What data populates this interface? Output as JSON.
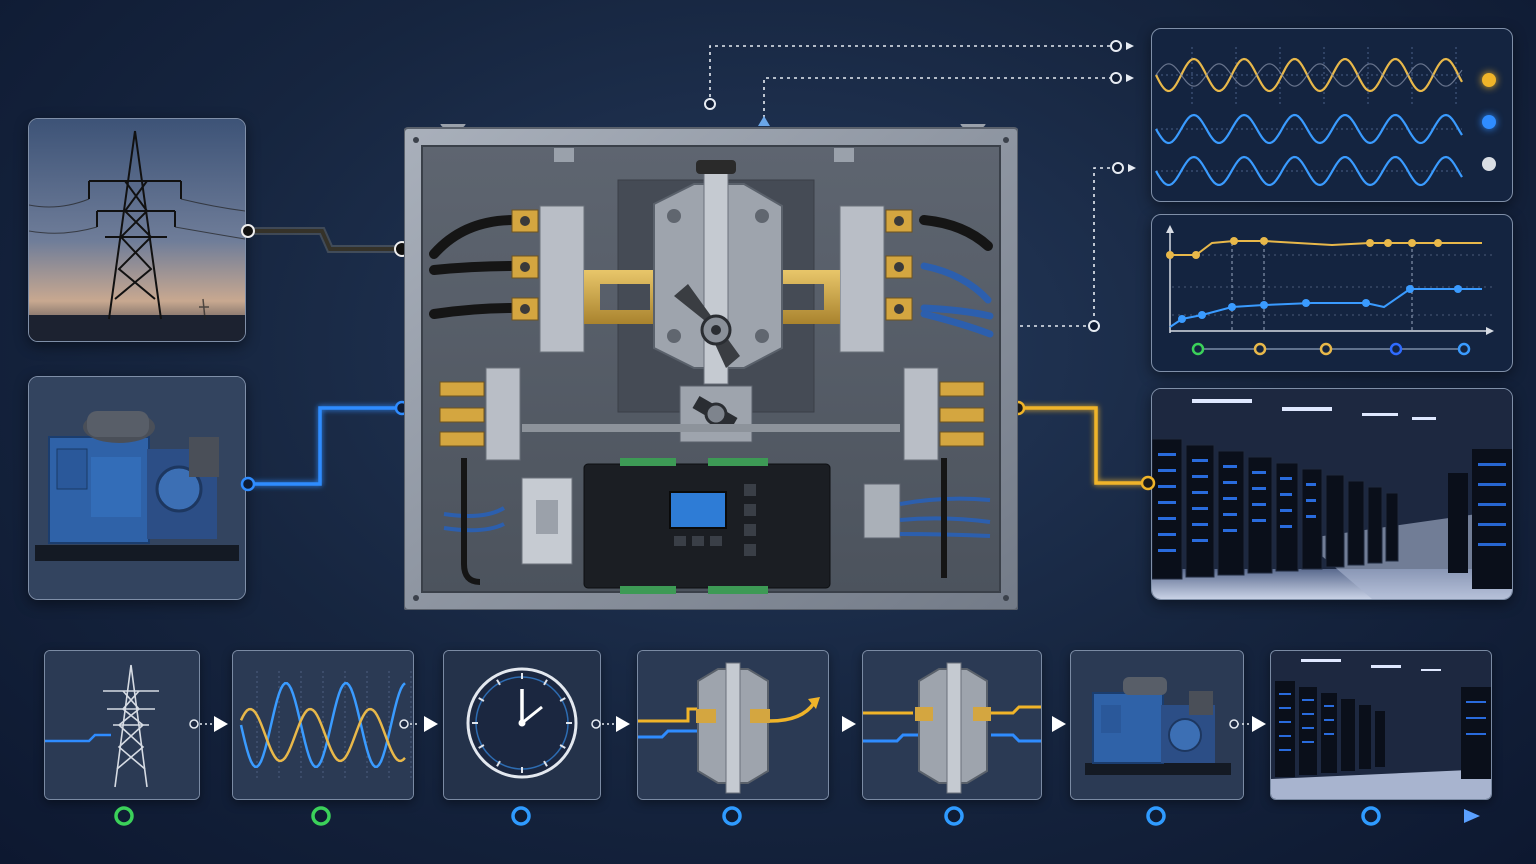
{
  "sources": [
    {
      "name": "utility-grid-tower",
      "icon": "transmission-tower-icon"
    },
    {
      "name": "backup-generator",
      "icon": "diesel-generator-icon"
    }
  ],
  "load": {
    "name": "data-center-server-hall",
    "icon": "server-rack-icon"
  },
  "colors": {
    "utility": "#1c1c1c",
    "generator": "#2f8cff",
    "load": "#f0b429",
    "waveform_gold": "#e8b84a",
    "waveform_blue": "#3a9bff",
    "status_green": "#3bd15a",
    "status_blue": "#2f9bff",
    "timeline": "#5aa0ff"
  },
  "waveform_panel": {
    "indicators": [
      "#f0b429",
      "#2f8cff",
      "#d9dde3"
    ]
  },
  "sequence": [
    {
      "step": "utility-power-loss",
      "icon": "transmission-tower-icon",
      "status": "green"
    },
    {
      "step": "waveform-detection",
      "icon": "sine-wave-icon",
      "status": "green"
    },
    {
      "step": "transfer-delay",
      "icon": "clock-icon",
      "status": "blue"
    },
    {
      "step": "switch-transfer",
      "icon": "transfer-switch-icon",
      "status": "blue"
    },
    {
      "step": "switch-connected",
      "icon": "transfer-switch-icon",
      "status": "blue"
    },
    {
      "step": "generator-online",
      "icon": "diesel-generator-icon",
      "status": "blue"
    },
    {
      "step": "load-restored",
      "icon": "server-rack-icon",
      "status": "blue"
    }
  ]
}
